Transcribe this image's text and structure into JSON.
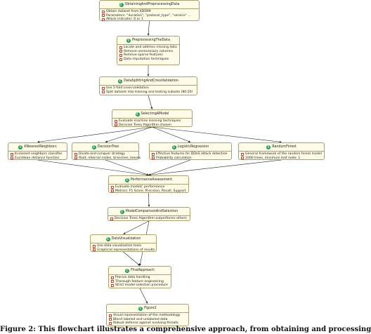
{
  "nodes": [
    {
      "id": "obtain",
      "title": "ObtainingAndPreprocessingData",
      "items": [
        "Obtain dataset from KDD99",
        "Parameters: \"duration\", \"protocol_type\", \"service\" ...",
        "Attack indicator: 0 or 1"
      ]
    },
    {
      "id": "preprocess",
      "title": "PreprocessingTheData",
      "items": [
        "Locate and address missing data",
        "Remove unnecessary columns",
        "Remove sparse features",
        "Data imputation techniques"
      ]
    },
    {
      "id": "split",
      "title": "DataSplittingAndCrossValidation",
      "items": [
        "Use 5-fold cross-validation",
        "Split dataset into training and testing subsets (80:20)"
      ]
    },
    {
      "id": "select",
      "title": "SelectingAModel",
      "items": [
        "Evaluate machine learning techniques",
        "Decision Trees Algorithm chosen"
      ]
    },
    {
      "id": "knn",
      "title": "KNearestNeighbors",
      "items": [
        "K-nearest neighbors classifier",
        "Euclidean distance function"
      ]
    },
    {
      "id": "tree",
      "title": "DecisionTree",
      "items": [
        "Divide-and-conquer strategy",
        "Root, internal nodes, branches, leaves"
      ]
    },
    {
      "id": "logit",
      "title": "LogisticRegression",
      "items": [
        "Effective features for DDoS attack detection",
        "Probability calculation"
      ]
    },
    {
      "id": "forest",
      "title": "RandomForest",
      "items": [
        "General framework of the random forest model",
        "1000 trees, minimum leaf node: 1"
      ]
    },
    {
      "id": "perf",
      "title": "PerformanceAssessment",
      "items": [
        "Evaluate models' performance",
        "Metrics: F1 Score, Precision, Recall, Support"
      ]
    },
    {
      "id": "compare",
      "title": "ModelComparisonAndSelection",
      "items": [
        "Decision Trees Algorithm outperforms others"
      ]
    },
    {
      "id": "viz",
      "title": "DataVisualization",
      "items": [
        "Use data visualization tools",
        "Graphical representations of results"
      ]
    },
    {
      "id": "final",
      "title": "FinalApproach",
      "items": [
        "Precise data handling",
        "Thorough feature engineering",
        "Strict model selection procedure"
      ]
    },
    {
      "id": "figure",
      "title": "Figure1",
      "items": [
        "Visual representation of the methodology",
        "Blend labeled and unlabeled data",
        "Robust defense against evolving threats"
      ]
    }
  ],
  "icon_letter": "C",
  "colors": {
    "node_fill": "#fefbe6",
    "node_border": "#a8a070",
    "icon": "#1a9e4a",
    "edge": "#222222",
    "bullet": "#c04040"
  },
  "caption": "Figure 2: This flowchart illustrates a comprehensive approach, from obtaining and processing"
}
